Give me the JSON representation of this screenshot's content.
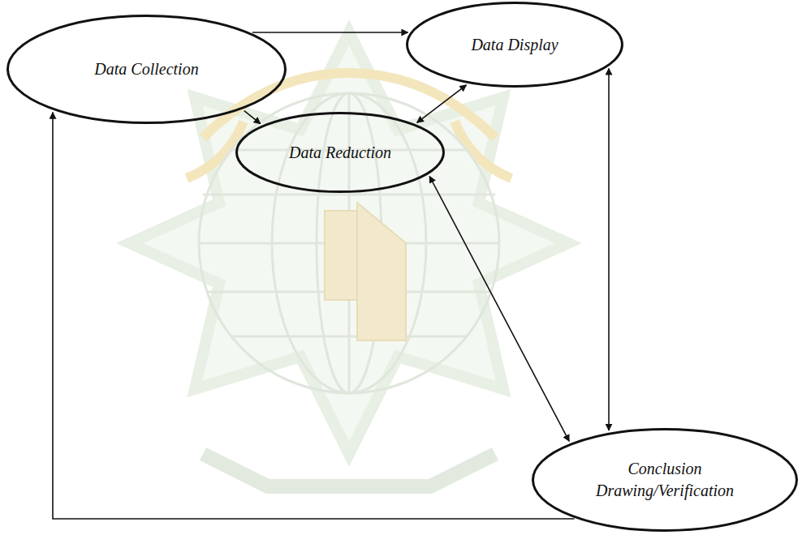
{
  "diagram": {
    "nodes": [
      {
        "text": [
          "Data Collection"
        ]
      },
      {
        "text": [
          "Data Display"
        ]
      },
      {
        "text": [
          "Data Reduction"
        ]
      },
      {
        "text": [
          "Conclusion Drawing/Verification"
        ]
      }
    ],
    "edges": [
      {
        "from": 0,
        "to": 1,
        "arrow": "to"
      },
      {
        "from": 0,
        "to": 2,
        "arrow": "to"
      },
      {
        "from": 1,
        "to": 2,
        "arrow": "both"
      },
      {
        "from": 1,
        "to": 3,
        "arrow": "both"
      },
      {
        "from": 2,
        "to": 3,
        "arrow": "both"
      },
      {
        "from": 3,
        "to": 0,
        "arrow": "to"
      }
    ]
  }
}
